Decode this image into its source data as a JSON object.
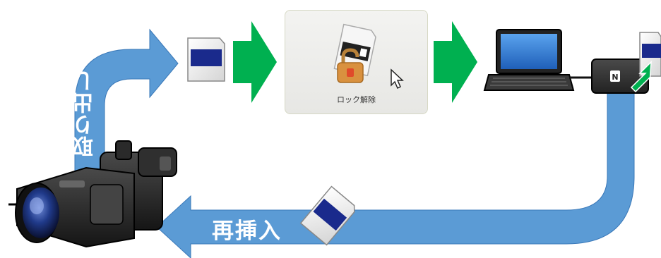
{
  "labels": {
    "eject": "取り出し",
    "reinsert": "再挿入",
    "unlock": "ロック解除"
  },
  "icons": {
    "camcorder": "video-camera-icon",
    "sd_card": "sd-card-icon",
    "laptop": "laptop-icon",
    "reader": "nfc-card-reader-icon",
    "unlock": "unlock-padlock-icon",
    "cursor": "mouse-pointer-icon"
  },
  "colors": {
    "blue_arrow": "#5b9bd5",
    "green_arrow": "#00b050",
    "card_band": "#1a2a8c"
  }
}
